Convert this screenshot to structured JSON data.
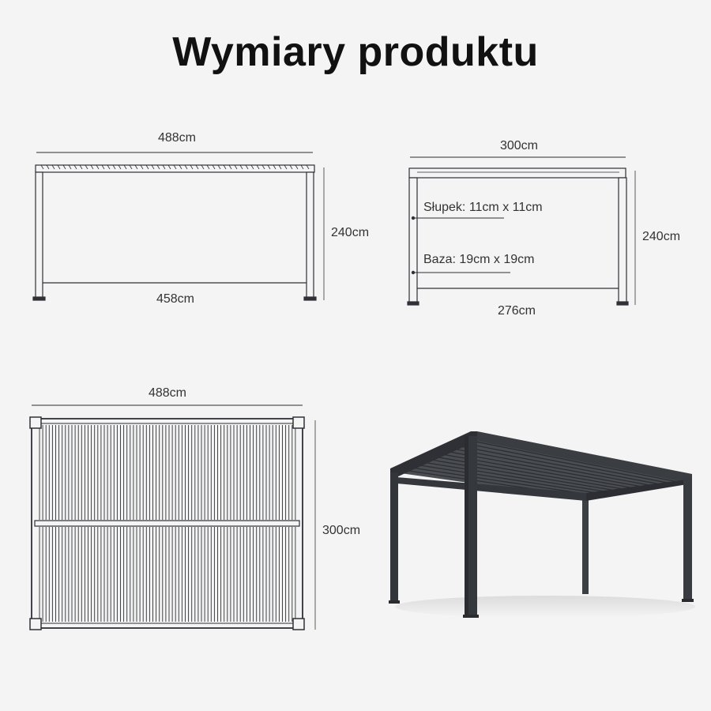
{
  "title": "Wymiary produktu",
  "front_view": {
    "width_top": "488cm",
    "height": "240cm",
    "width_inner": "458cm"
  },
  "side_view": {
    "width_top": "300cm",
    "post_label": "Słupek: 11cm x 11cm",
    "base_label": "Baza: 19cm x 19cm",
    "height": "240cm",
    "width_inner": "276cm"
  },
  "top_view": {
    "width": "488cm",
    "depth": "300cm"
  },
  "colors": {
    "background": "#f4f4f4",
    "line": "#2f3136",
    "pergola": "#3c3f44"
  }
}
